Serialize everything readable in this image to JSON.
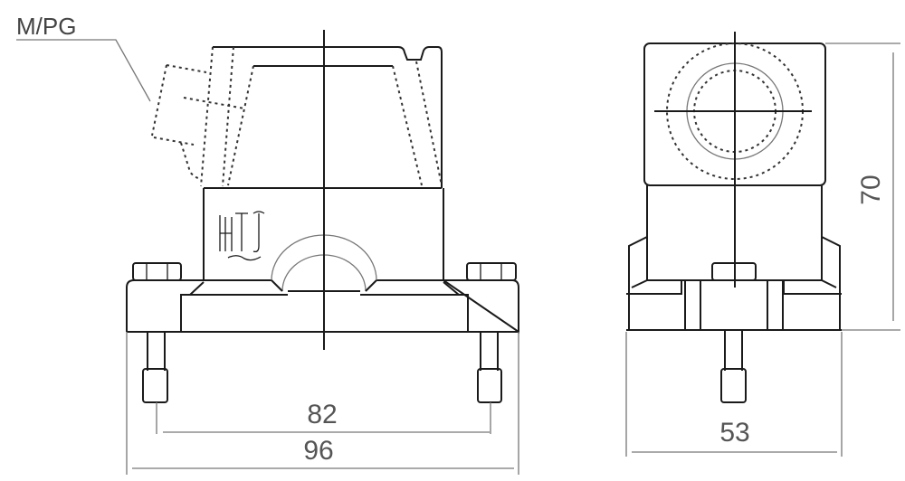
{
  "labels": {
    "cable_entry": "M/PG"
  },
  "dimensions": {
    "bolt_spacing": "82",
    "overall_width": "96",
    "side_width": "53",
    "height": "70"
  },
  "logo_text": "HTS",
  "colors": {
    "line": "#1a1a1a",
    "dimension_text": "#555555"
  }
}
